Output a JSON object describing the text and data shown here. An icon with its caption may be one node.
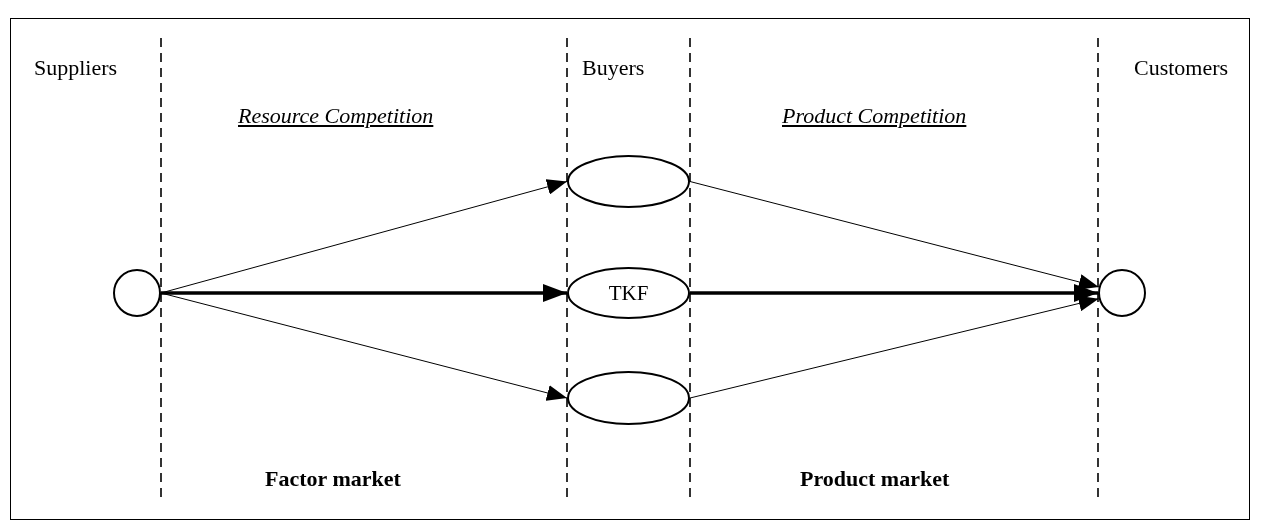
{
  "diagram": {
    "nodes": [
      {
        "text": [],
        "shape": "circle"
      },
      {
        "text": [],
        "shape": "ellipse"
      },
      {
        "text": [
          "TKF"
        ]
      },
      {
        "text": [],
        "shape": "ellipse"
      },
      {
        "text": [],
        "shape": "circle"
      }
    ],
    "edges": [
      {
        "from": 0,
        "to": 1,
        "arrow": "to"
      },
      {
        "from": 0,
        "to": 2,
        "arrow": "to",
        "style": "thick"
      },
      {
        "from": 0,
        "to": 3,
        "arrow": "to"
      },
      {
        "from": 1,
        "to": 4,
        "arrow": "to"
      },
      {
        "from": 2,
        "to": 4,
        "arrow": "to",
        "style": "thick"
      },
      {
        "from": 3,
        "to": 4,
        "arrow": "to"
      }
    ],
    "labels": [
      "Suppliers",
      "Buyers",
      "Customers",
      "Resource Competition",
      "Product Competition",
      "Factor market",
      "Product market"
    ]
  }
}
